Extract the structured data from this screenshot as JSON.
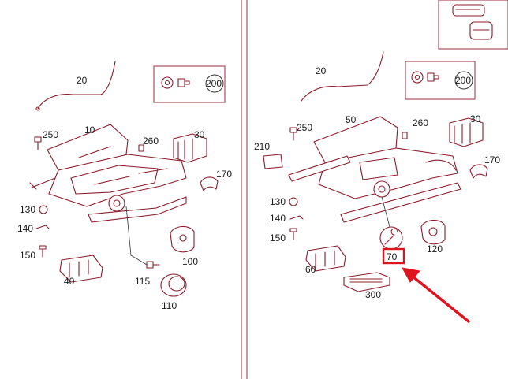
{
  "left_panel": {
    "labels": [
      "20",
      "200",
      "10",
      "250",
      "260",
      "30",
      "170",
      "130",
      "140",
      "150",
      "40",
      "115",
      "100",
      "110"
    ]
  },
  "right_panel": {
    "labels": [
      "20",
      "200",
      "50",
      "250",
      "260",
      "30",
      "210",
      "170",
      "130",
      "140",
      "150",
      "60",
      "70",
      "120",
      "300"
    ]
  },
  "highlight": {
    "label": "70",
    "color": "#e0141e"
  },
  "colors": {
    "line_art": "#8a1c2b",
    "divider": "#9b2c3d"
  }
}
